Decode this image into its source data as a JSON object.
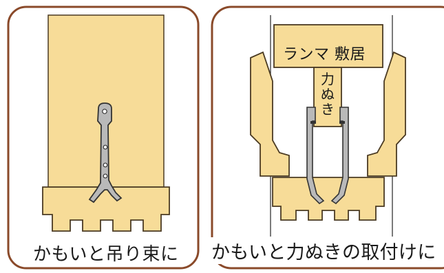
{
  "colors": {
    "frame_border": "#8a4a2a",
    "wood_fill": "#f7dc98",
    "wood_outline": "#4a3a22",
    "metal_fill": "#b9b9b9",
    "metal_outline": "#333333"
  },
  "left_panel": {
    "caption": "かもいと吊り束に"
  },
  "right_panel": {
    "ranma_label": "ランマ 敷居",
    "chikara_label_chars": [
      "力",
      "ぬ",
      "き"
    ],
    "caption": "かもいと力ぬきの取付けに"
  }
}
